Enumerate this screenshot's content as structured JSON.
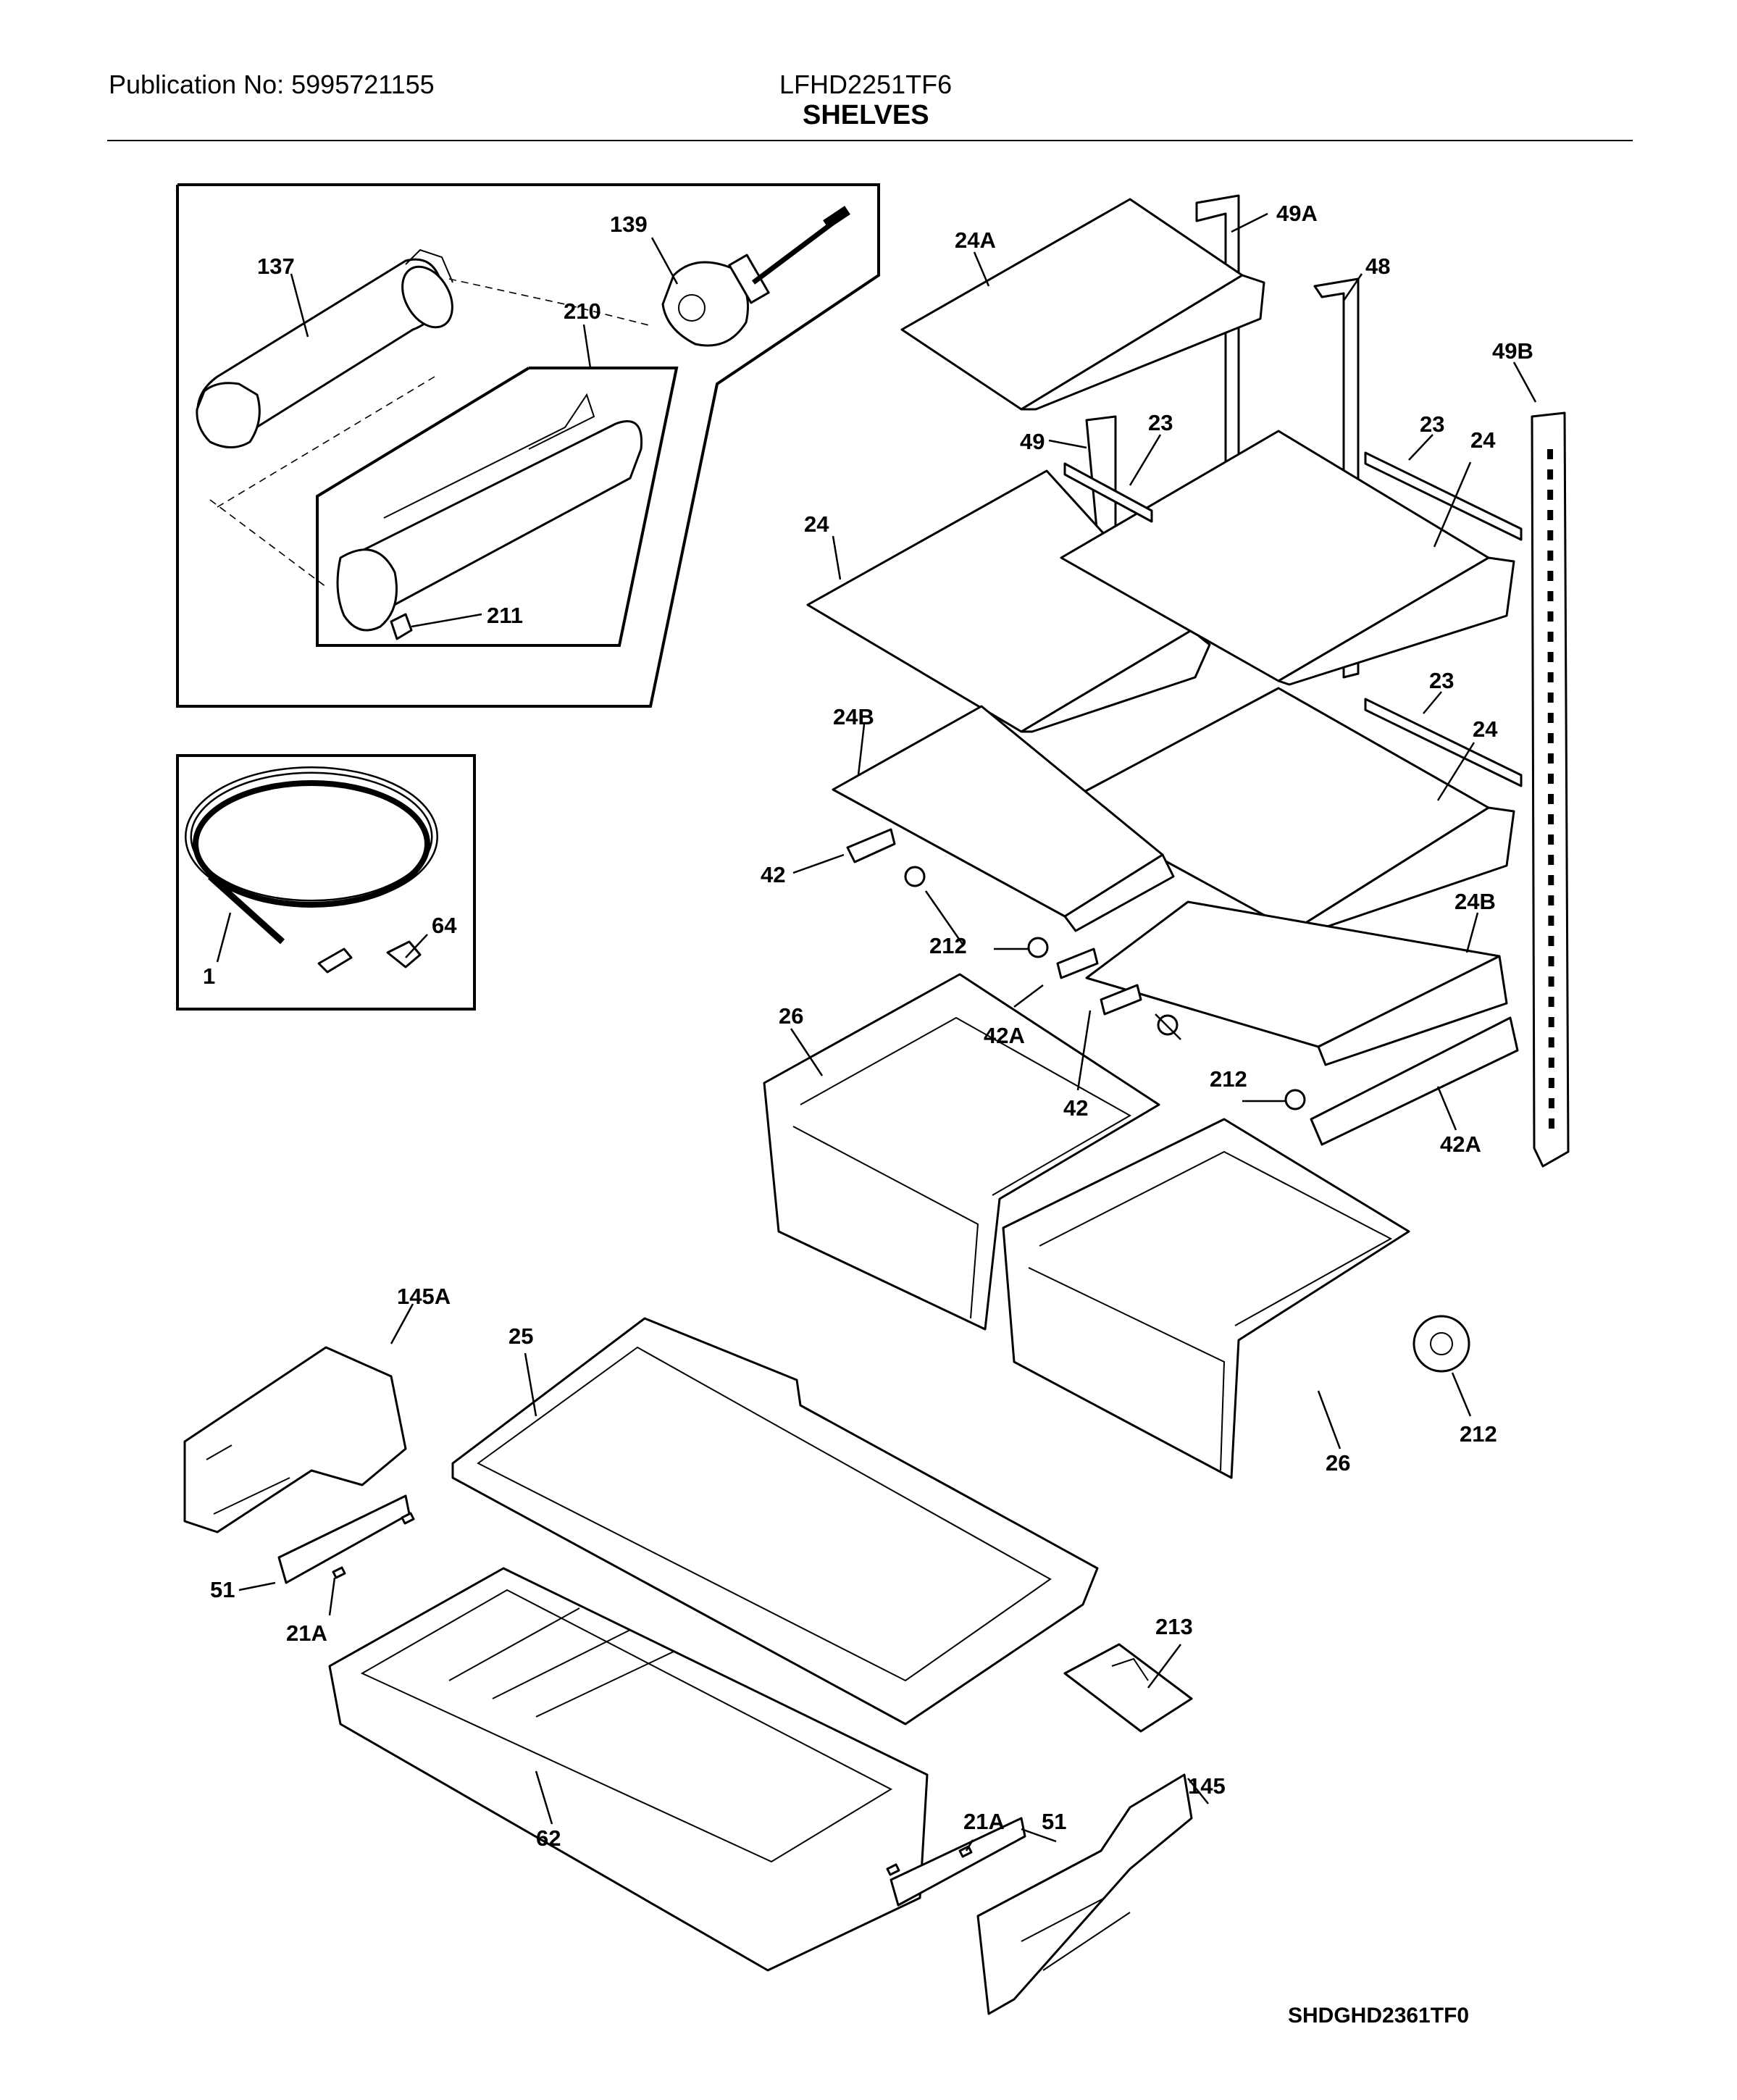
{
  "header": {
    "publication": "Publication No: 5995721155",
    "model": "LFHD2251TF6",
    "title": "SHELVES"
  },
  "diagram_code": "SHDGHD2361TF0",
  "callouts": [
    {
      "id": "c137",
      "label": "137"
    },
    {
      "id": "c139",
      "label": "139"
    },
    {
      "id": "c210",
      "label": "210"
    },
    {
      "id": "c211",
      "label": "211"
    },
    {
      "id": "c1",
      "label": "1"
    },
    {
      "id": "c64",
      "label": "64"
    },
    {
      "id": "c24A",
      "label": "24A"
    },
    {
      "id": "c49A",
      "label": "49A"
    },
    {
      "id": "c48",
      "label": "48"
    },
    {
      "id": "c49B",
      "label": "49B"
    },
    {
      "id": "c49",
      "label": "49"
    },
    {
      "id": "c23a",
      "label": "23"
    },
    {
      "id": "c23b",
      "label": "23"
    },
    {
      "id": "c24a",
      "label": "24"
    },
    {
      "id": "c24b",
      "label": "24"
    },
    {
      "id": "c23c",
      "label": "23"
    },
    {
      "id": "c24c",
      "label": "24"
    },
    {
      "id": "c24Ba",
      "label": "24B"
    },
    {
      "id": "c42a",
      "label": "42"
    },
    {
      "id": "c212a",
      "label": "212"
    },
    {
      "id": "c24Bb",
      "label": "24B"
    },
    {
      "id": "c26a",
      "label": "26"
    },
    {
      "id": "c42Aa",
      "label": "42A"
    },
    {
      "id": "c42b",
      "label": "42"
    },
    {
      "id": "c212b",
      "label": "212"
    },
    {
      "id": "c42Ab",
      "label": "42A"
    },
    {
      "id": "c145A",
      "label": "145A"
    },
    {
      "id": "c25",
      "label": "25"
    },
    {
      "id": "c212c",
      "label": "212"
    },
    {
      "id": "c26b",
      "label": "26"
    },
    {
      "id": "c51a",
      "label": "51"
    },
    {
      "id": "c21Aa",
      "label": "21A"
    },
    {
      "id": "c213",
      "label": "213"
    },
    {
      "id": "c145",
      "label": "145"
    },
    {
      "id": "c21Ab",
      "label": "21A"
    },
    {
      "id": "c51b",
      "label": "51"
    },
    {
      "id": "c62",
      "label": "62"
    }
  ]
}
